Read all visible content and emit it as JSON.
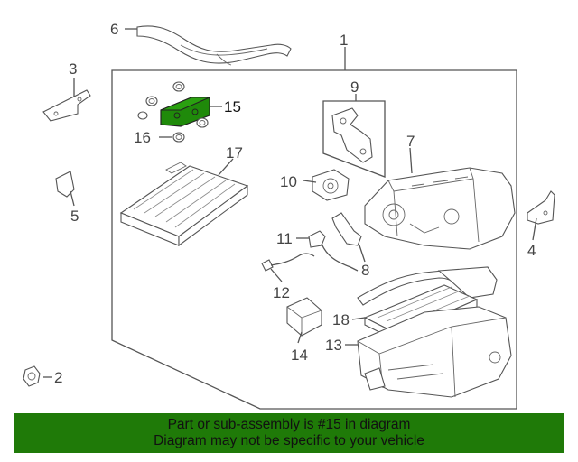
{
  "callouts": {
    "c1": "1",
    "c2": "2",
    "c3": "3",
    "c4": "4",
    "c5": "5",
    "c6": "6",
    "c7": "7",
    "c8": "8",
    "c9": "9",
    "c10": "10",
    "c11": "11",
    "c12": "12",
    "c13": "13",
    "c14": "14",
    "c15": "15",
    "c16": "16",
    "c17": "17",
    "c18": "18"
  },
  "highlight": {
    "part_number": "15",
    "color": "#1f8a0a"
  },
  "banner": {
    "line1": "Part or sub-assembly is #15 in diagram",
    "line2": "Diagram may not be specific to your vehicle",
    "background": "#1f7a08"
  }
}
